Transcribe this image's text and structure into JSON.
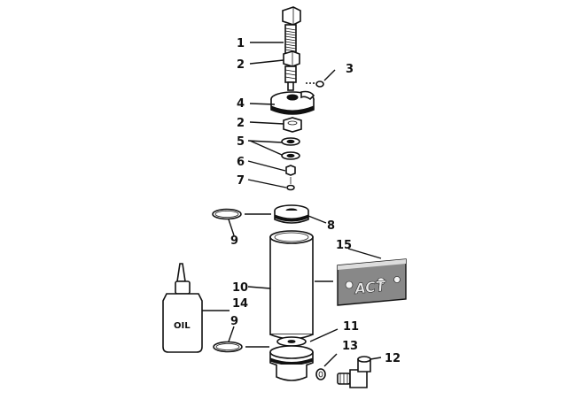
{
  "diagram": {
    "callouts": [
      {
        "id": "1",
        "label": "1"
      },
      {
        "id": "2a",
        "label": "2"
      },
      {
        "id": "3",
        "label": "3"
      },
      {
        "id": "4",
        "label": "4"
      },
      {
        "id": "2b",
        "label": "2"
      },
      {
        "id": "5",
        "label": "5"
      },
      {
        "id": "6",
        "label": "6"
      },
      {
        "id": "7",
        "label": "7"
      },
      {
        "id": "8",
        "label": "8"
      },
      {
        "id": "9a",
        "label": "9"
      },
      {
        "id": "15",
        "label": "15"
      },
      {
        "id": "10",
        "label": "10"
      },
      {
        "id": "14",
        "label": "14"
      },
      {
        "id": "9b",
        "label": "9"
      },
      {
        "id": "11",
        "label": "11"
      },
      {
        "id": "13",
        "label": "13"
      },
      {
        "id": "12",
        "label": "12"
      }
    ],
    "bottle_label": "OIL",
    "decal_text": "ACT"
  }
}
